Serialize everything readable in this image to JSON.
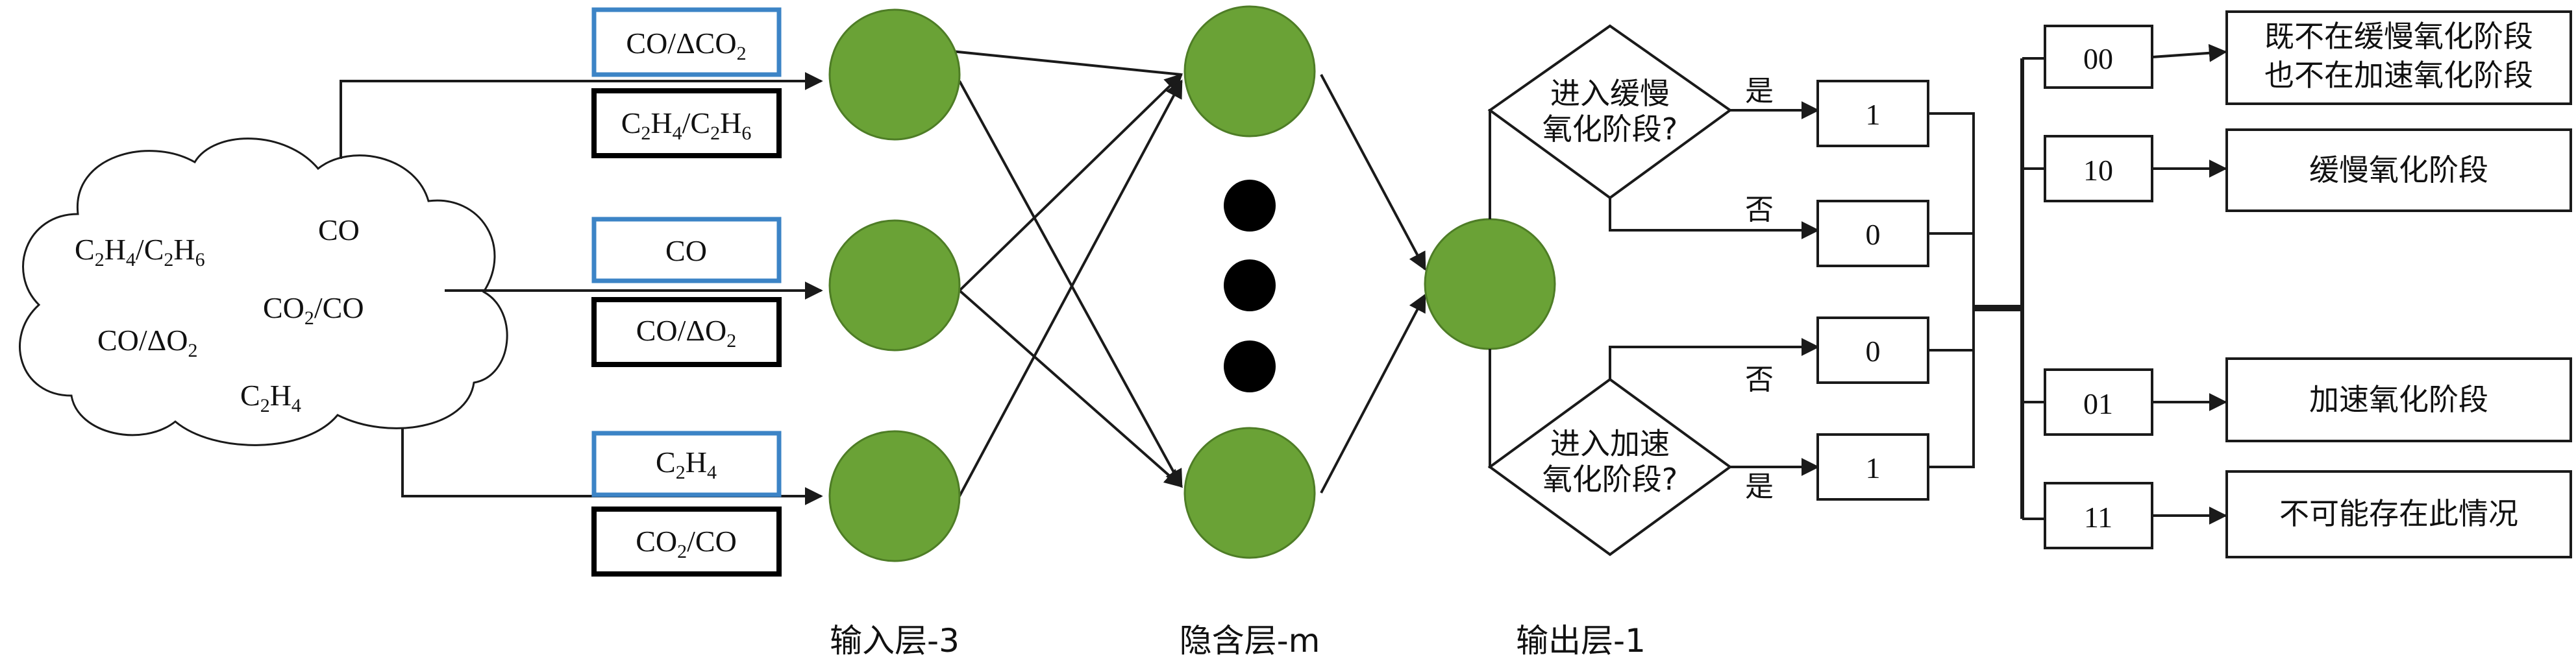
{
  "colors": {
    "neuron": "#6aa236",
    "neuron_stroke": "#4e7d26",
    "hidden_dot": "#000000",
    "blue_box": "#3c84c6",
    "black_box": "#000000",
    "line": "#1a1a1a"
  },
  "cloud": {
    "items": [
      {
        "base": "C",
        "sub": "2",
        "mid": "H",
        "sub2": "4",
        "slash": "/C",
        "sub3": "2",
        "tail": "H",
        "sub4": "6"
      },
      {
        "text": "CO"
      },
      {
        "base": "CO",
        "sub": "2",
        "rest": "/CO"
      },
      {
        "base": "CO/ΔO",
        "sub": "2"
      },
      {
        "base": "C",
        "sub": "2",
        "mid": "H",
        "sub2": "4"
      }
    ]
  },
  "input_features": [
    {
      "top": "CO/ΔCO₂",
      "bottom": "C₂H₄/C₂H₆"
    },
    {
      "top": "CO",
      "bottom": "CO/ΔO₂"
    },
    {
      "top": "C₂H₄",
      "bottom": "CO₂/CO"
    }
  ],
  "layers": {
    "input": "输入层-3",
    "hidden": "隐含层-m",
    "output": "输出层-1"
  },
  "decisions": {
    "slow": {
      "line1": "进入缓慢",
      "line2": "氧化阶段?",
      "yes": "是",
      "no": "否",
      "yes_value": "1",
      "no_value": "0"
    },
    "fast": {
      "line1": "进入加速",
      "line2": "氧化阶段?",
      "yes": "是",
      "no": "否",
      "yes_value": "1",
      "no_value": "0"
    }
  },
  "codes": [
    "00",
    "10",
    "01",
    "11"
  ],
  "results": [
    {
      "line1": "既不在缓慢氧化阶段",
      "line2": "也不在加速氧化阶段"
    },
    {
      "line1": "缓慢氧化阶段"
    },
    {
      "line1": "加速氧化阶段"
    },
    {
      "line1": "不可能存在此情况"
    }
  ]
}
